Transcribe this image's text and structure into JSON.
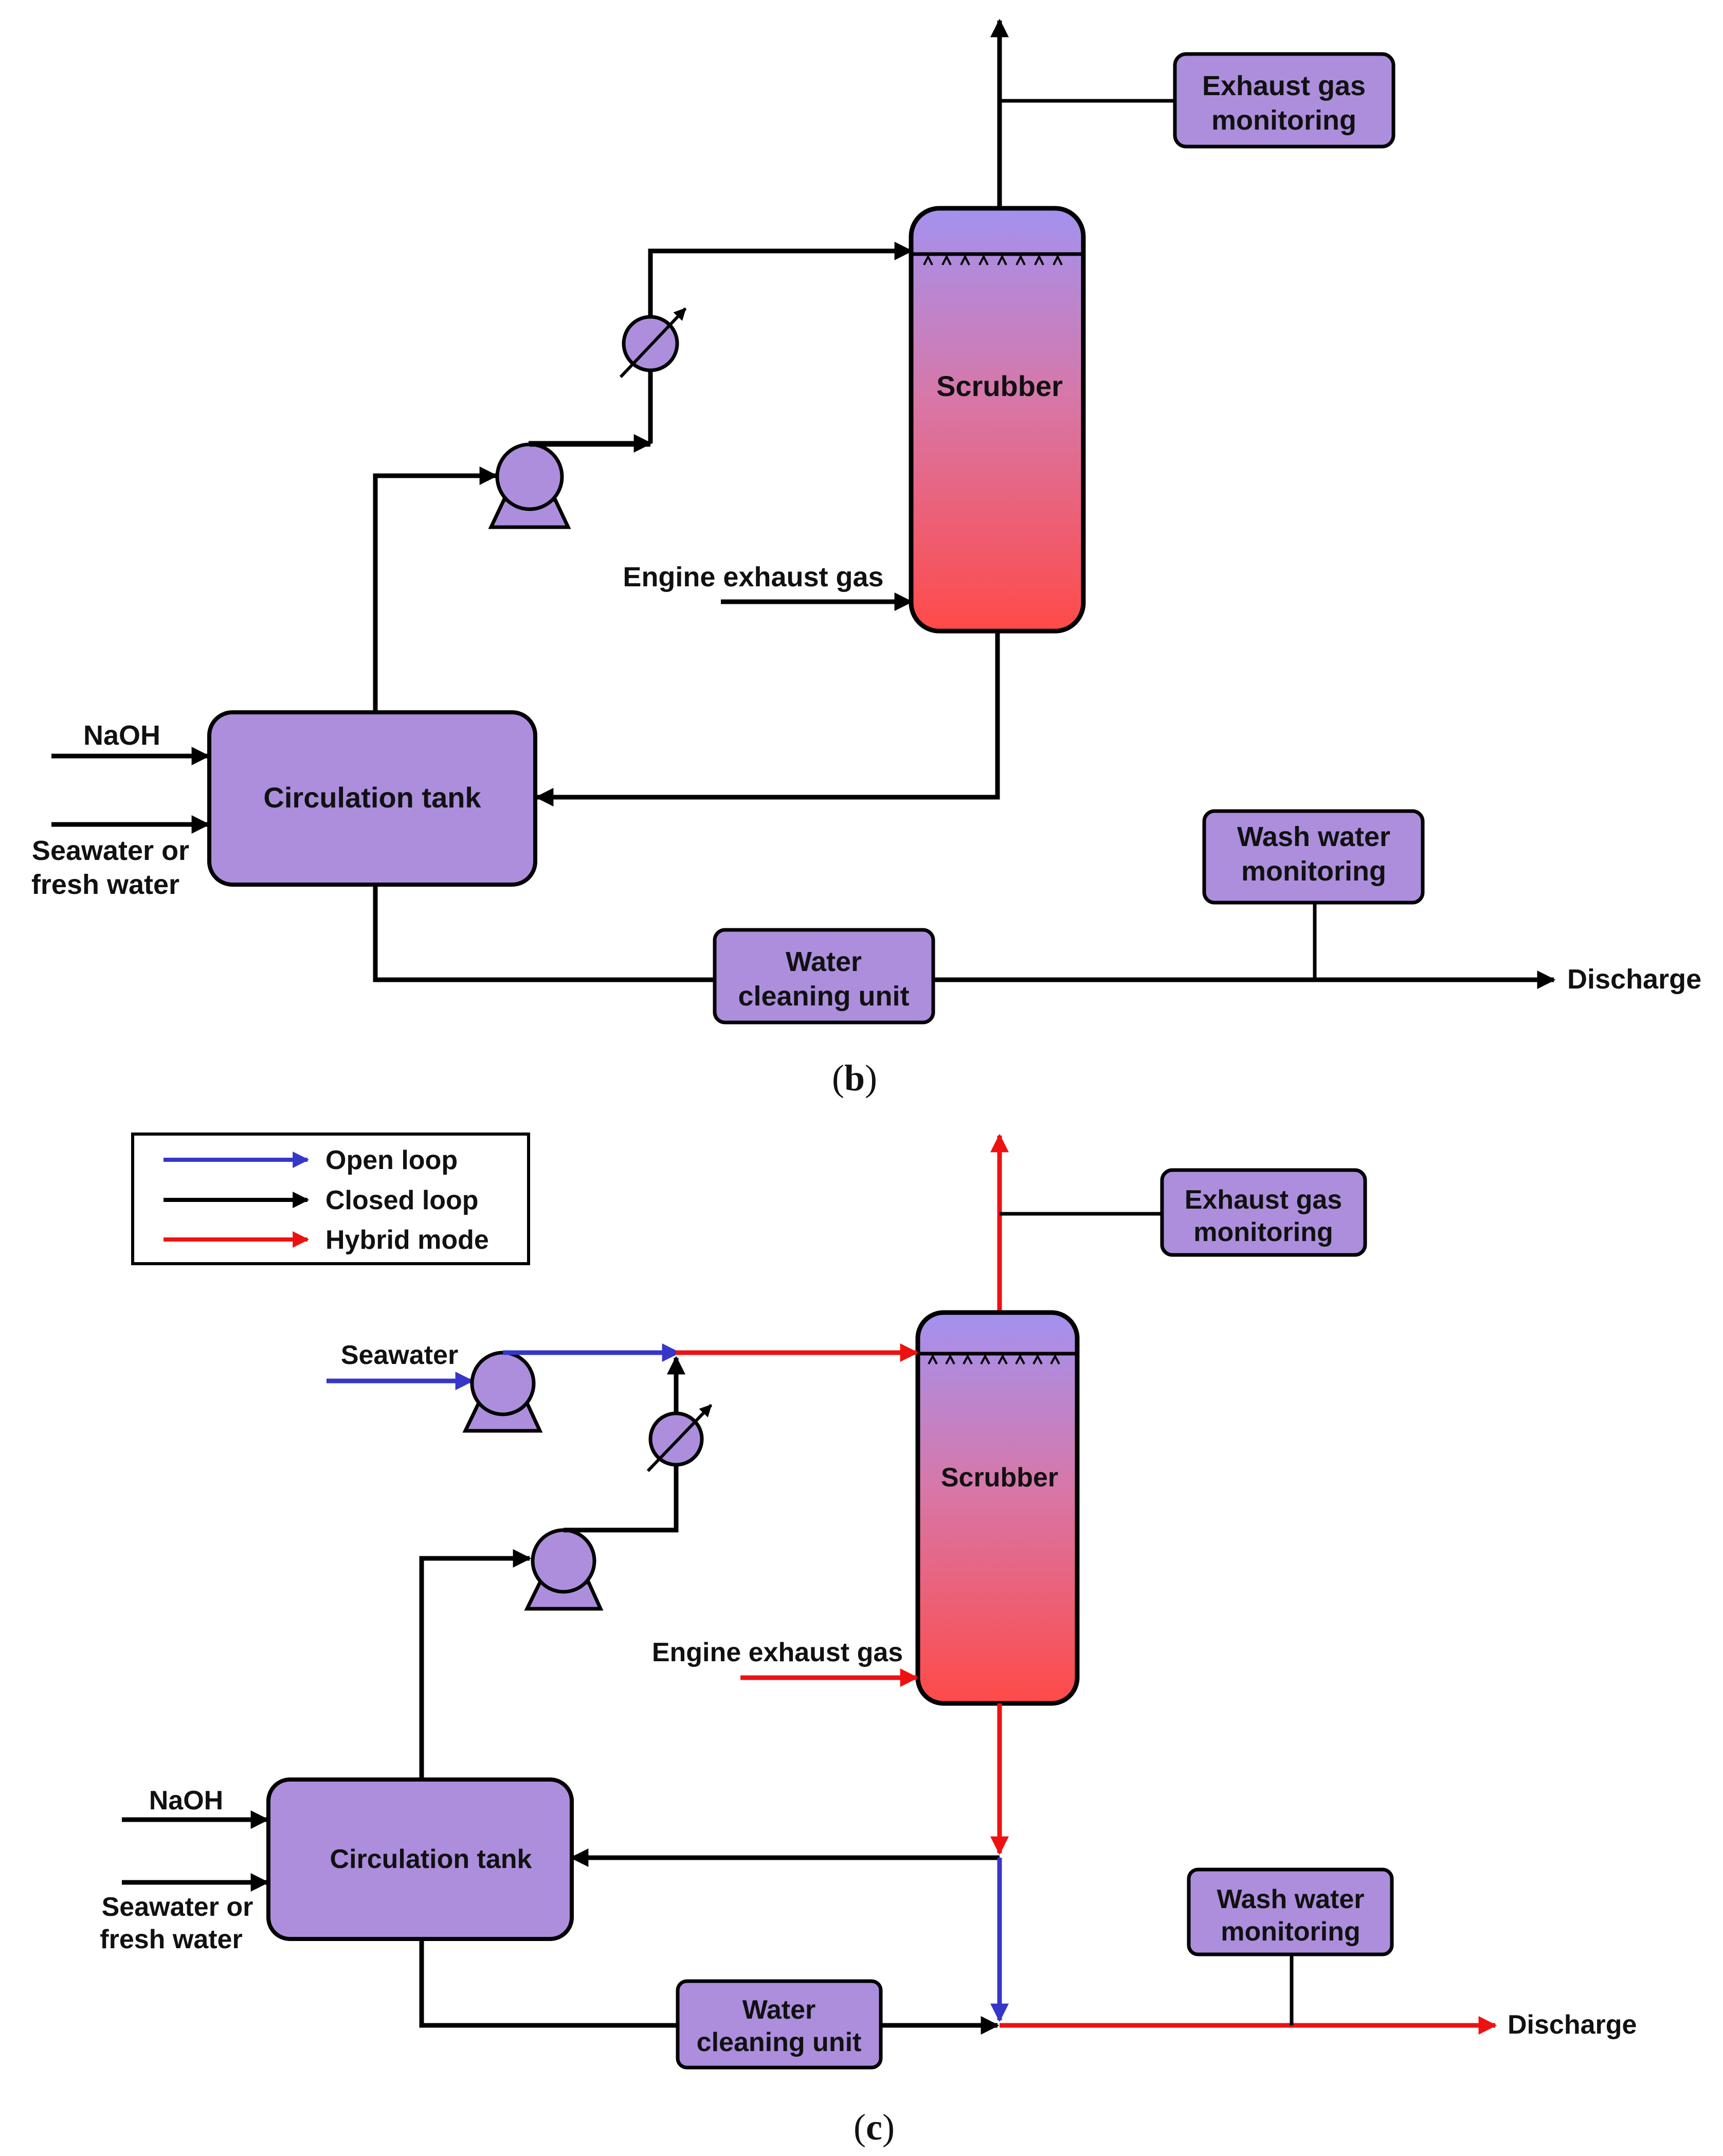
{
  "colors": {
    "box_fill": "#AC8EDD",
    "open_loop": "#3636C8",
    "closed_loop": "#000000",
    "hybrid_mode": "#EE1111",
    "scrubber_top": "#A392F0",
    "scrubber_bottom": "#FF4A48"
  },
  "panel_b": {
    "caption_open": "(",
    "caption_letter": "b",
    "caption_close": ")",
    "exhaust_monitor": [
      "Exhaust gas",
      "monitoring"
    ],
    "scrubber": "Scrubber",
    "engine_gas": "Engine exhaust gas",
    "naoh": "NaOH",
    "water_in": [
      "Seawater or",
      "fresh water"
    ],
    "tank": "Circulation tank",
    "wash_monitor": [
      "Wash water",
      "monitoring"
    ],
    "cleaning": [
      "Water",
      "cleaning unit"
    ],
    "discharge": "Discharge"
  },
  "panel_c": {
    "caption_open": "(",
    "caption_letter": "c",
    "caption_close": ")",
    "legend": [
      "Open loop",
      "Closed loop",
      "Hybrid mode"
    ],
    "exhaust_monitor": [
      "Exhaust gas",
      "monitoring"
    ],
    "seawater": "Seawater",
    "scrubber": "Scrubber",
    "engine_gas": "Engine exhaust gas",
    "naoh": "NaOH",
    "water_in": [
      "Seawater or",
      "fresh water"
    ],
    "tank": "Circulation tank",
    "wash_monitor": [
      "Wash water",
      "monitoring"
    ],
    "cleaning": [
      "Water",
      "cleaning unit"
    ],
    "discharge": "Discharge"
  }
}
